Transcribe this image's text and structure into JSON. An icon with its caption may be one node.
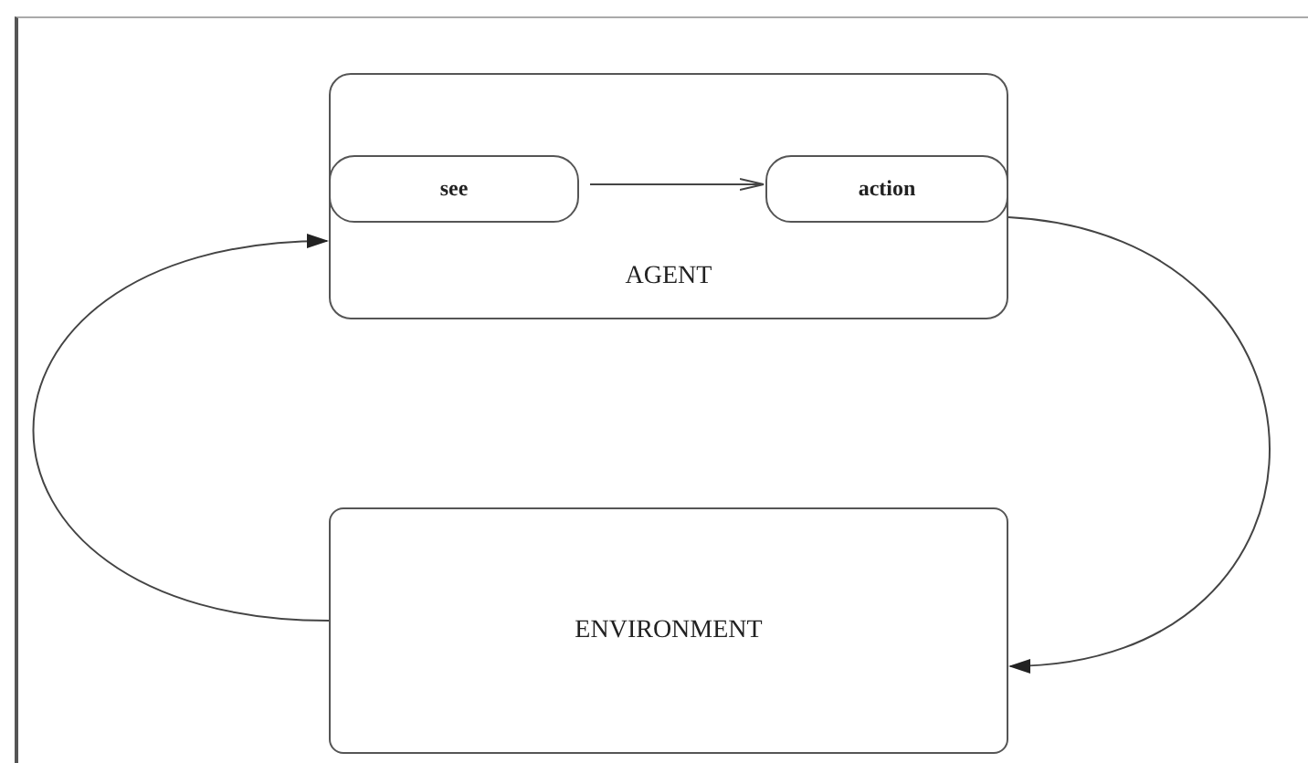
{
  "diagram": {
    "nodes": [
      {
        "text": [
          "AGENT"
        ]
      },
      {
        "text": [
          "see"
        ],
        "in": 0
      },
      {
        "text": [
          "action"
        ],
        "in": 0
      },
      {
        "text": [
          "ENVIRONMENT"
        ]
      }
    ],
    "edges": [
      {
        "from": 1,
        "to": 2,
        "arrow": "to"
      },
      {
        "from": 2,
        "to": 3,
        "arrow": "to"
      },
      {
        "from": 3,
        "to": 0,
        "arrow": "to"
      }
    ]
  }
}
